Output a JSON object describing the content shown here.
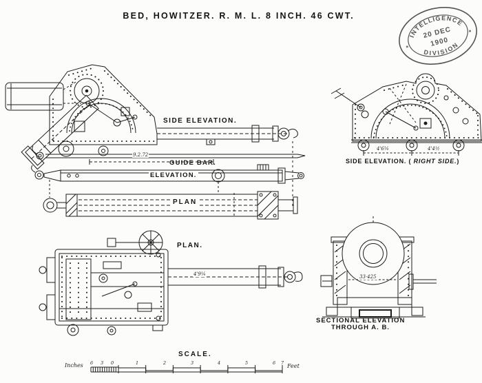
{
  "page": {
    "paper_color": "#fcfcfa",
    "ink_color": "#1c1c1c",
    "stamp_color": "#3c3c3c"
  },
  "title": "BED, HOWITZER. R. M. L. 8 INCH. 46 CWT.",
  "stamp": {
    "arc_top": "INTELLIGENCE",
    "arc_bottom": "DIVISION",
    "date_line1": "20 DEC",
    "date_line2": "1900",
    "left_mark": "*",
    "right_mark": "*"
  },
  "labels": {
    "side_elevation": "SIDE ELEVATION.",
    "guide_bar": "GUIDE BAR.",
    "guide_bar_elevation": "ELEVATION.",
    "guide_bar_plan": "PLAN",
    "bed_plan": "PLAN.",
    "right_side_prefix": "SIDE ELEVATION. ( ",
    "right_side_italic": "RIGHT SIDE.",
    "right_side_suffix": ")",
    "sectional_line1": "SECTIONAL ELEVATION",
    "sectional_line2": "THROUGH  A. B."
  },
  "dimensions": {
    "guide_bar_length": "9.2.72",
    "bed_plan_tail": "4'9¼",
    "right_side_left": "4'6¼",
    "right_side_right": "4'4½",
    "sectional_width": "33·425"
  },
  "scale_bar": {
    "title": "SCALE.",
    "left_unit": "Inches",
    "right_unit": "Feet",
    "inch_labels": [
      "6",
      "3",
      "0"
    ],
    "foot_labels": [
      "1",
      "2",
      "3",
      "4",
      "5",
      "6",
      "7"
    ]
  }
}
